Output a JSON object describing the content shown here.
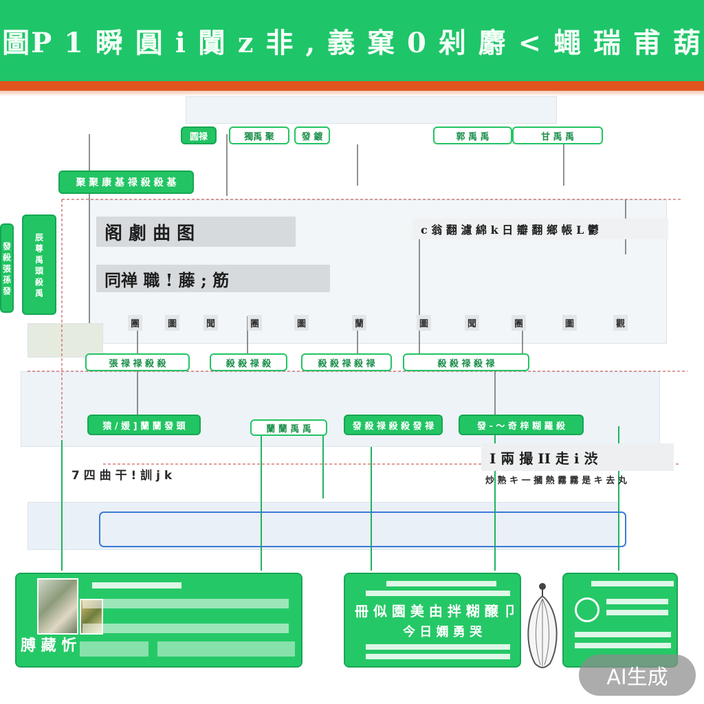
{
  "banner": {
    "title": "圖P 1 瞬 圓 i 闐 z 非 , 義 窠 0 剁 麝 < 蠅 瑞 甫 葫"
  },
  "top_tags": [
    "圆禄",
    "獨禹 聚",
    "發 鍍",
    "郭 禹 禹",
    "甘 禹 禹"
  ],
  "side_tag_left": [
    "發 殺 張 孫 發",
    "辰 尊 禹 頭 殺 禹"
  ],
  "left_label": "聚 聚 康 基 禄 殺 殺 基",
  "heading_1": "阁 劇 曲 图",
  "heading_2": "同禅 職 ! 藤 ; 筋",
  "heading_right": "c 翁 翻 濾 綿 k 日 瓣 翻 鄉 帳 L 鬱",
  "node_labels": [
    "團",
    "圖",
    "聞",
    "團",
    "圖",
    "蘭",
    "圖",
    "聞",
    "團",
    "圖",
    "觀"
  ],
  "mid_tags": [
    "張 禄 禄 殺 殺",
    "殺 殺 禄 殺",
    "殺 殺 禄 殺 禄",
    "殺 殺 禄 殺 禄"
  ],
  "low_tags": [
    "猿 / 媛 ] 蘭 蘭 發 頭",
    "蘭 蘭 禹 禹",
    "發 殺 禄 殺 殺 發 禄",
    "發 - 〜 奇 梓 糊 羅 殺"
  ],
  "left_caption": "7 四 曲 干 ! 訓 j k",
  "right_caption_1": "I 兩 撮 II 走 i 渋",
  "right_caption_2": "炒 熟 キ 一 摑 熱 霧 霧 是 キ 去 丸",
  "card_left": {
    "title": "膊 藏 忻"
  },
  "card_mid": {
    "line_1": "冊 似 園 美 由 拌 糊 醸 卩",
    "line_2": "今 日 嫻 勇 哭"
  },
  "watermark": "AI生成",
  "colors": {
    "primary_green": "#1fc569",
    "accent_orange": "#e2551f",
    "panel_gray": "#d7dadd"
  }
}
